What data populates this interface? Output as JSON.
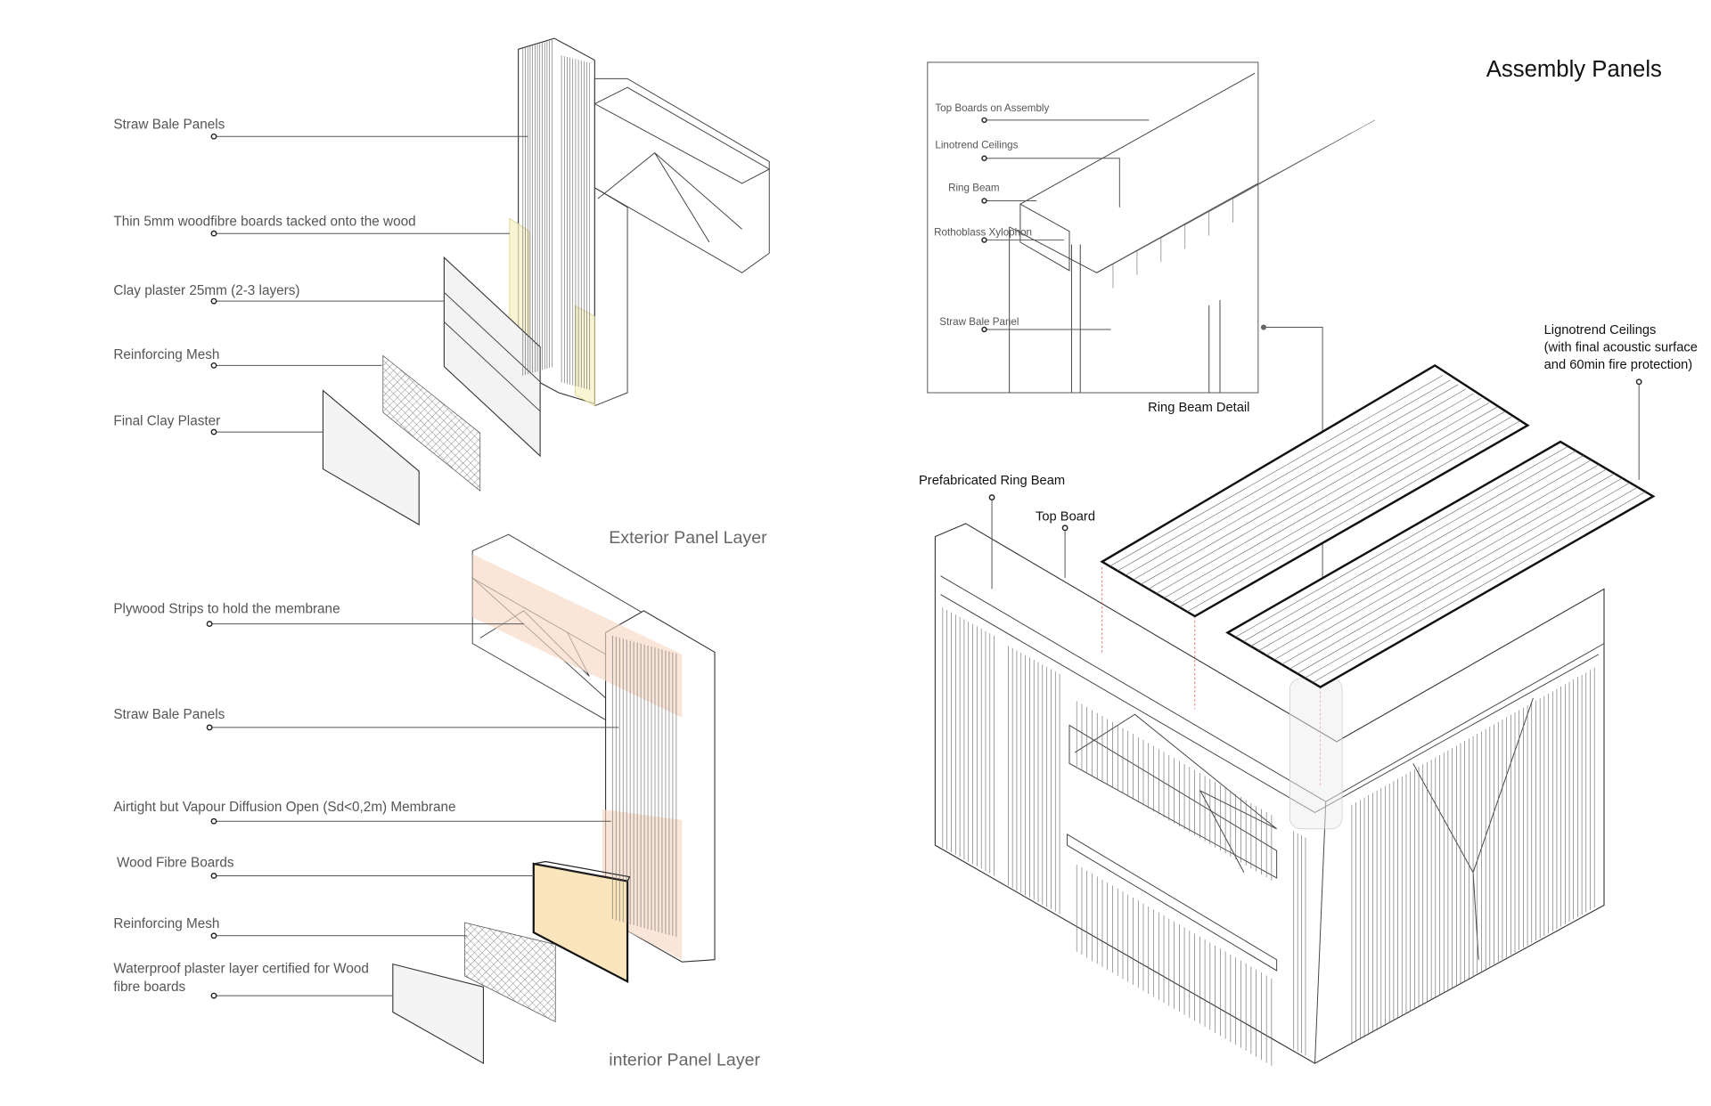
{
  "title": "Assembly Panels",
  "exterior": {
    "caption": "Exterior Panel Layer",
    "labels": [
      "Straw Bale Panels",
      "Thin 5mm woodfibre boards tacked onto the wood",
      "Clay plaster 25mm (2-3 layers)",
      "Reinforcing Mesh",
      "Final Clay Plaster"
    ]
  },
  "interior": {
    "caption": "interior Panel Layer",
    "labels": [
      "Plywood Strips to hold the membrane",
      "Straw Bale Panels",
      "Airtight but Vapour Diffusion Open (Sd<0,2m) Membrane",
      "Wood Fibre Boards",
      "Reinforcing Mesh",
      "Waterproof plaster layer certified for Wood",
      "fibre boards"
    ]
  },
  "detail": {
    "caption": "Ring Beam Detail",
    "labels": [
      "Top Boards on Assembly",
      "Linotrend Ceilings",
      "Ring Beam",
      "Rothoblass Xylophon",
      "Straw Bale Panel"
    ]
  },
  "assembly": {
    "ceilings": [
      "Lignotrend Ceilings",
      "(with final acoustic surface",
      "and 60min fire protection)"
    ],
    "ring_beam": "Prefabricated Ring Beam",
    "top_board": "Top Board"
  },
  "colors": {
    "woodfibre": "#fbe5bd",
    "membrane": "#f6d9c4",
    "thin_board": "#f5efc2",
    "plaster": "#f4f4f5"
  }
}
